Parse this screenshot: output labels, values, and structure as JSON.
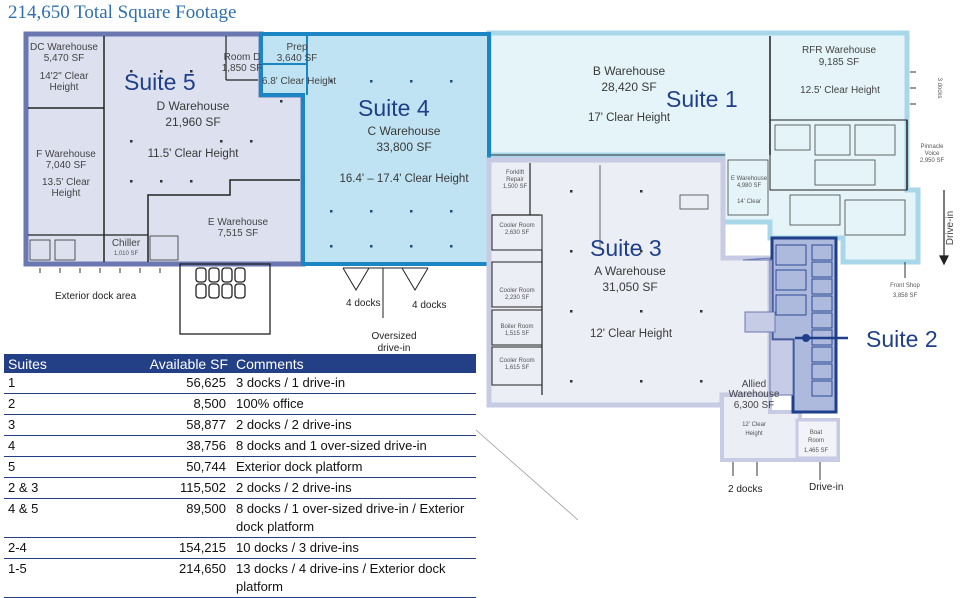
{
  "title": "214,650 Total Square Footage",
  "suite_labels": {
    "s1": "Suite 1",
    "s2": "Suite 2",
    "s3": "Suite 3",
    "s4": "Suite 4",
    "s5": "Suite 5"
  },
  "rooms": {
    "dc_warehouse": {
      "name": "DC Warehouse",
      "sf": "5,470 SF",
      "h1": "14'2\" Clear",
      "h2": "Height"
    },
    "room_d": {
      "name": "Room D",
      "sf": "1,850 SF"
    },
    "d_warehouse": {
      "name": "D Warehouse",
      "sf": "21,960 SF",
      "clear": "11.5' Clear Height"
    },
    "f_warehouse": {
      "name": "F Warehouse",
      "sf": "7,040 SF",
      "h1": "13.5' Clear",
      "h2": "Height"
    },
    "e_warehouse": {
      "name": "E Warehouse",
      "sf": "7,515 SF"
    },
    "chiller": {
      "name": "Chiller",
      "sf": "1,010 SF"
    },
    "prep": {
      "name": "Prep",
      "sf": "3,640 SF",
      "clear": "6.8' Clear Height"
    },
    "c_warehouse": {
      "name": "C Warehouse",
      "sf": "33,800 SF",
      "clear": "16.4' – 17.4' Clear Height"
    },
    "b_warehouse": {
      "name": "B Warehouse",
      "sf": "28,420 SF",
      "clear": "17' Clear Height"
    },
    "rfr_warehouse": {
      "name": "RFR Warehouse",
      "sf": "9,185 SF",
      "clear": "12.5' Clear Height"
    },
    "pinnacle_voice": {
      "name1": "Pinnacle",
      "name2": "Voice",
      "sf": "2,950 SF"
    },
    "forklift_repair": {
      "name1": "Forklift",
      "name2": "Repair",
      "sf": "1,500 SF"
    },
    "cooler_room_1": {
      "name": "Cooler Room",
      "sf": "2,630 SF"
    },
    "cooler_room_2": {
      "name": "Cooler Room",
      "sf": "2,230 SF"
    },
    "boiler_room": {
      "name": "Boiler Room",
      "sf": "1,515 SF"
    },
    "cooler_room_3": {
      "name": "Cooler Room",
      "sf": "1,615 SF"
    },
    "a_warehouse": {
      "name": "A Warehouse",
      "sf": "31,050 SF",
      "clear": "12' Clear Height"
    },
    "e_warehouse_small": {
      "name": "E Warehouse",
      "sf": "4,980 SF",
      "clear": "14' Clear"
    },
    "allied_warehouse": {
      "name1": "Allied",
      "name2": "Warehouse",
      "sf": "6,300 SF",
      "h1": "12' Clear",
      "h2": "Height"
    },
    "boat_room": {
      "name1": "Boat",
      "name2": "Room",
      "sf": "1,465 SF"
    },
    "front_shop": {
      "name": "Front Shop",
      "sf": "3,858 SF"
    }
  },
  "annotations": {
    "exterior_dock": "Exterior dock area",
    "docks_4_left": "4 docks",
    "docks_4_right": "4 docks",
    "oversized_1": "Oversized",
    "oversized_2": "drive-in",
    "docks_3": "3 docks",
    "drive_in_right": "Drive-in",
    "docks_2": "2 docks",
    "drive_in_bottom": "Drive-in"
  },
  "table": {
    "headers": {
      "suites": "Suites",
      "sf": "Available SF",
      "comments": "Comments"
    },
    "rows": [
      {
        "suite": "1",
        "sf": "56,625",
        "comment": "3 docks / 1 drive-in"
      },
      {
        "suite": "2",
        "sf": "8,500",
        "comment": "100% office"
      },
      {
        "suite": "3",
        "sf": "58,877",
        "comment": "2 docks / 2 drive-ins"
      },
      {
        "suite": "4",
        "sf": "38,756",
        "comment": "8 docks and 1 over-sized drive-in"
      },
      {
        "suite": "5",
        "sf": "50,744",
        "comment": "Exterior dock platform"
      },
      {
        "suite": "2 & 3",
        "sf": "115,502",
        "comment": "2 docks / 2 drive-ins"
      },
      {
        "suite": "4 & 5",
        "sf": "89,500",
        "comment": "8 docks / 1 over-sized drive-in / Exterior dock platform"
      },
      {
        "suite": "2-4",
        "sf": "154,215",
        "comment": "10 docks / 3 drive-ins"
      },
      {
        "suite": "1-5",
        "sf": "214,650",
        "comment": "13 docks / 4 drive-ins / Exterior dock platform"
      }
    ]
  },
  "colors": {
    "suite5_fill": "#dde1ef",
    "suite5_border": "#6a77b0",
    "suite4_fill": "#bfe3f2",
    "suite4_border": "#1c86c5",
    "suite1_fill": "#e4f4f8",
    "suite1_border": "#a8d7ea",
    "suite3_fill": "#eceef5",
    "suite3_border": "#c7cbe3",
    "suite2_fill": "#aeb9de",
    "suite2_border": "#1f3f8a",
    "table_header": "#233f86"
  }
}
